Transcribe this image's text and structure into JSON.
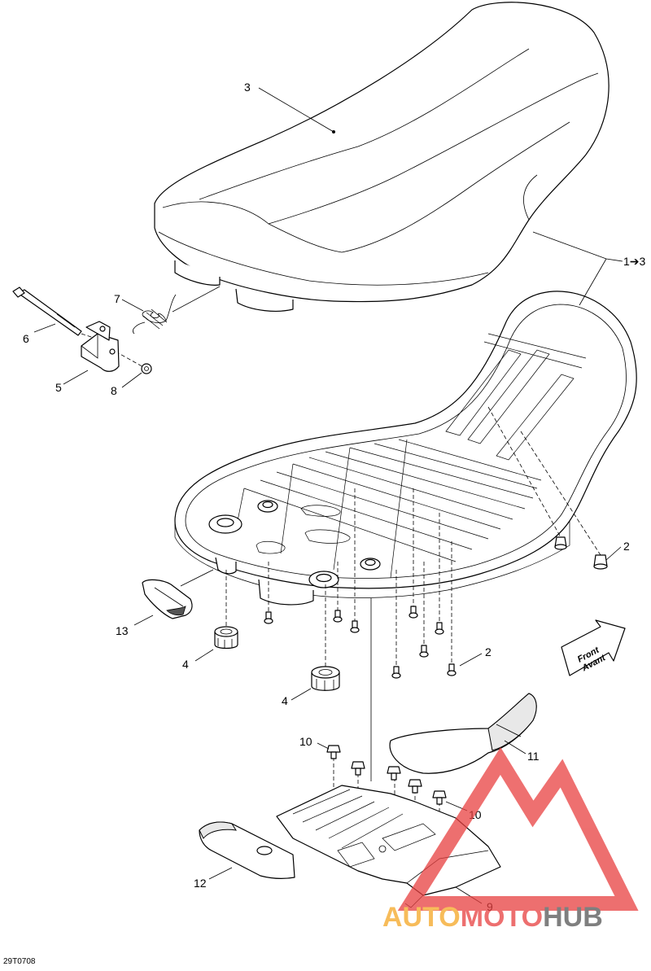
{
  "diagram": {
    "drawing_code": "29T0708",
    "direction_arrow": [
      "Front",
      "Avant"
    ],
    "watermark_text": "AUTOMOTOHUB",
    "watermark_colors": {
      "auto": "#f5a623",
      "moto": "#e84040",
      "hub": "#555555"
    },
    "callouts": {
      "c1": "1➔3",
      "c2a": "2",
      "c2b": "2",
      "c3": "3",
      "c4a": "4",
      "c4b": "4",
      "c5": "5",
      "c6": "6",
      "c7": "7",
      "c8": "8",
      "c9": "9",
      "c10a": "10",
      "c10b": "10",
      "c11": "11",
      "c12": "12",
      "c13": "13"
    }
  }
}
